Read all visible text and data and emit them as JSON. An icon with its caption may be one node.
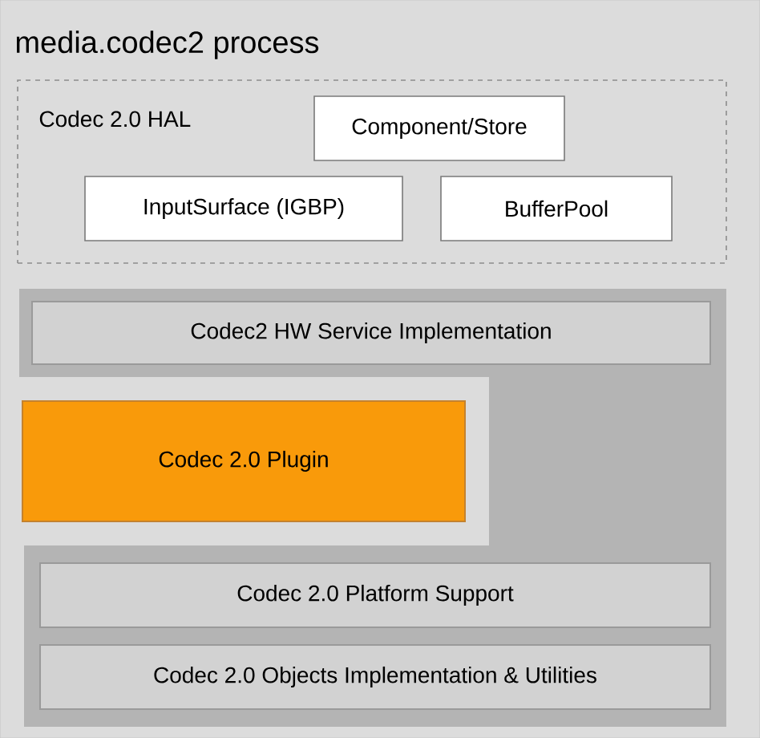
{
  "diagram": {
    "nodes": [
      {
        "text": [
          "media.codec2 process"
        ]
      },
      {
        "text": [
          "Codec 2.0 HAL"
        ],
        "in": 0
      },
      {
        "text": [
          "Component/Store"
        ],
        "in": 1
      },
      {
        "text": [
          "InputSurface (IGBP)"
        ],
        "in": 1
      },
      {
        "text": [
          "BufferPool"
        ],
        "in": 1
      },
      {
        "text": [
          "Codec2 HW Service Implementation"
        ],
        "in": 0
      },
      {
        "text": [
          "Codec 2.0 Plugin"
        ],
        "in": 0
      },
      {
        "text": [
          "Codec 2.0 Platform Support"
        ],
        "in": 0
      },
      {
        "text": [
          "Codec 2.0 Objects Implementation & Utilities"
        ],
        "in": 0
      }
    ]
  }
}
